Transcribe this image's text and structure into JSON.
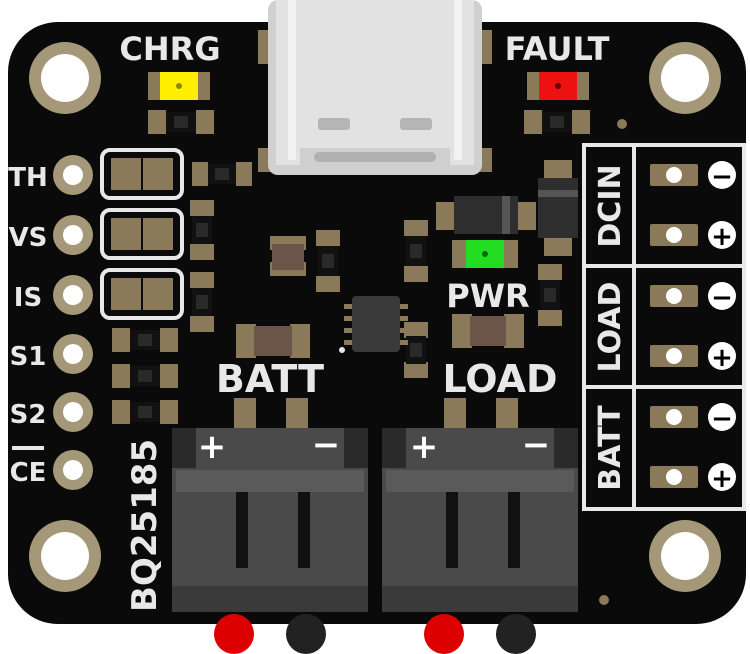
{
  "board": {
    "chip_name": "BQ25185",
    "colors": {
      "pcb": "#0a0a0a",
      "silkscreen": "#e8e8e8",
      "pad": "#8a7a5a",
      "copper_ring": "#a59878",
      "connector": "#4a4a4a",
      "led_yellow": "#ffee00",
      "led_red": "#ee1111",
      "led_green": "#22dd22",
      "wire_red": "#dd0000",
      "wire_black": "#222222"
    }
  },
  "labels": {
    "chrg": "CHRG",
    "fault": "FAULT",
    "pwr": "PWR",
    "batt": "BATT",
    "load": "LOAD",
    "plus": "+",
    "minus": "−"
  },
  "left_pins": [
    {
      "label": "TH"
    },
    {
      "label": "VS"
    },
    {
      "label": "IS"
    },
    {
      "label": "S1"
    },
    {
      "label": "S2"
    },
    {
      "label": "CE"
    }
  ],
  "right_terminals": [
    {
      "group": "DCIN",
      "top_symbol": "−",
      "bottom_symbol": "+"
    },
    {
      "group": "LOAD",
      "top_symbol": "−",
      "bottom_symbol": "+"
    },
    {
      "group": "BATT",
      "top_symbol": "−",
      "bottom_symbol": "+"
    }
  ]
}
